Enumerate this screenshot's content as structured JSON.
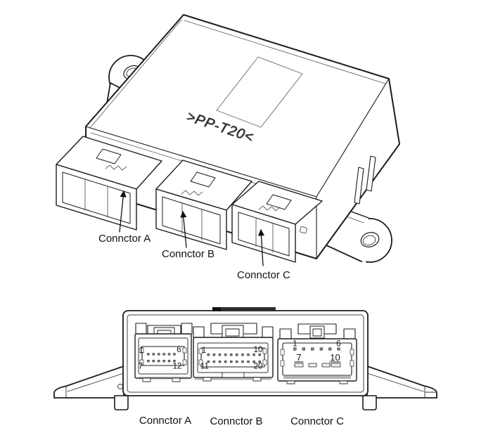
{
  "figure": {
    "title_hint": "Control module connector identification diagram",
    "colors": {
      "background": "#ffffff",
      "line": "#1c1c1c",
      "faint_line": "#666666",
      "dark_strip": "#2e2e2e"
    },
    "marking_text": ">PP-T20<",
    "isometric_view": {
      "callouts": [
        {
          "label": "Connctor A"
        },
        {
          "label": "Connctor B"
        },
        {
          "label": "Connctor C"
        }
      ]
    },
    "front_view": {
      "connectors": [
        {
          "label": "Connctor A",
          "pins_total": 12,
          "top_row_pins": 6,
          "bottom_row_pins": 6,
          "pin_corner_labels": {
            "top_left": "1",
            "top_right": "6",
            "bottom_left": "7",
            "bottom_right": "12"
          }
        },
        {
          "label": "Connctor B",
          "pins_total": 20,
          "top_row_pins": 10,
          "bottom_row_pins": 10,
          "pin_corner_labels": {
            "top_left": "1",
            "top_right": "10",
            "bottom_left": "11",
            "bottom_right": "20"
          }
        },
        {
          "label": "Connctor C",
          "pins_total": 10,
          "top_row_pins": 6,
          "bottom_row_pins": 4,
          "pin_corner_labels": {
            "top_left": "1",
            "top_right": "6",
            "bottom_left": "7",
            "bottom_right": "10"
          }
        }
      ]
    }
  }
}
